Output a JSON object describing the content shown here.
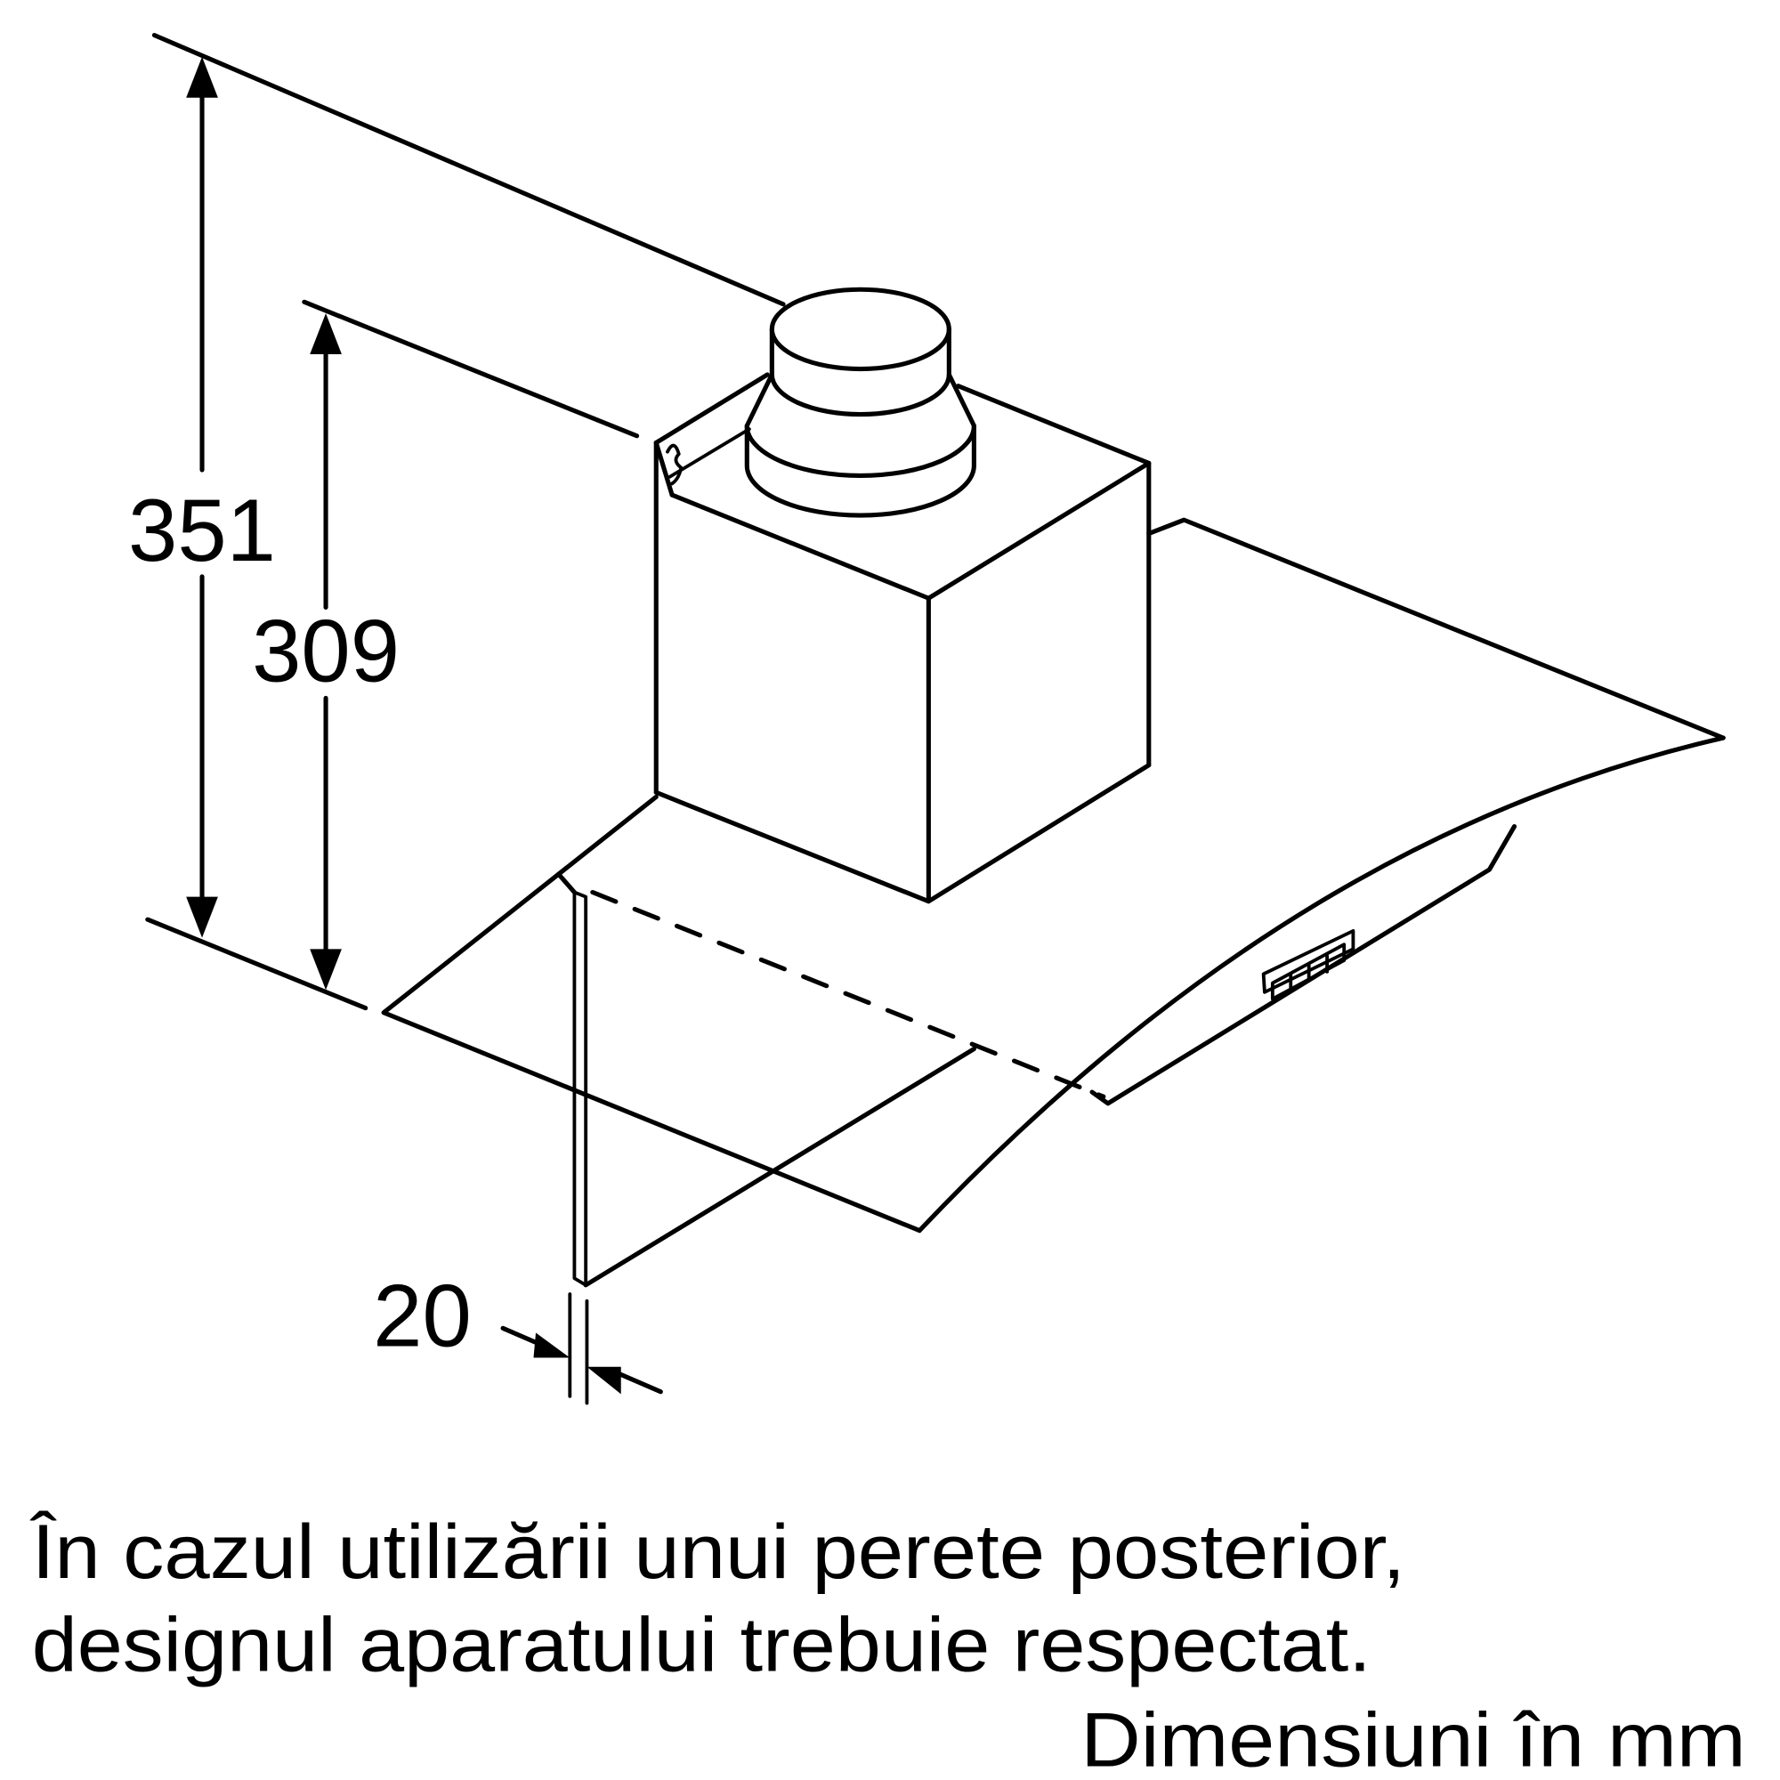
{
  "diagram": {
    "subject": "wall-mounted cooker hood with curved glass canopy, isometric view",
    "dimensions": {
      "total_height": {
        "value": "351",
        "unit": "mm"
      },
      "chimney_height": {
        "value": "309",
        "unit": "mm"
      },
      "glass_thickness": {
        "value": "20",
        "unit": "mm"
      }
    },
    "caption": {
      "line1": "În cazul utilizării unui perete posterior,",
      "line2": "designul aparatului trebuie respectat.",
      "units_note": "Dimensiuni în mm"
    },
    "colors": {
      "line": "#000000",
      "background": "#ffffff"
    }
  }
}
